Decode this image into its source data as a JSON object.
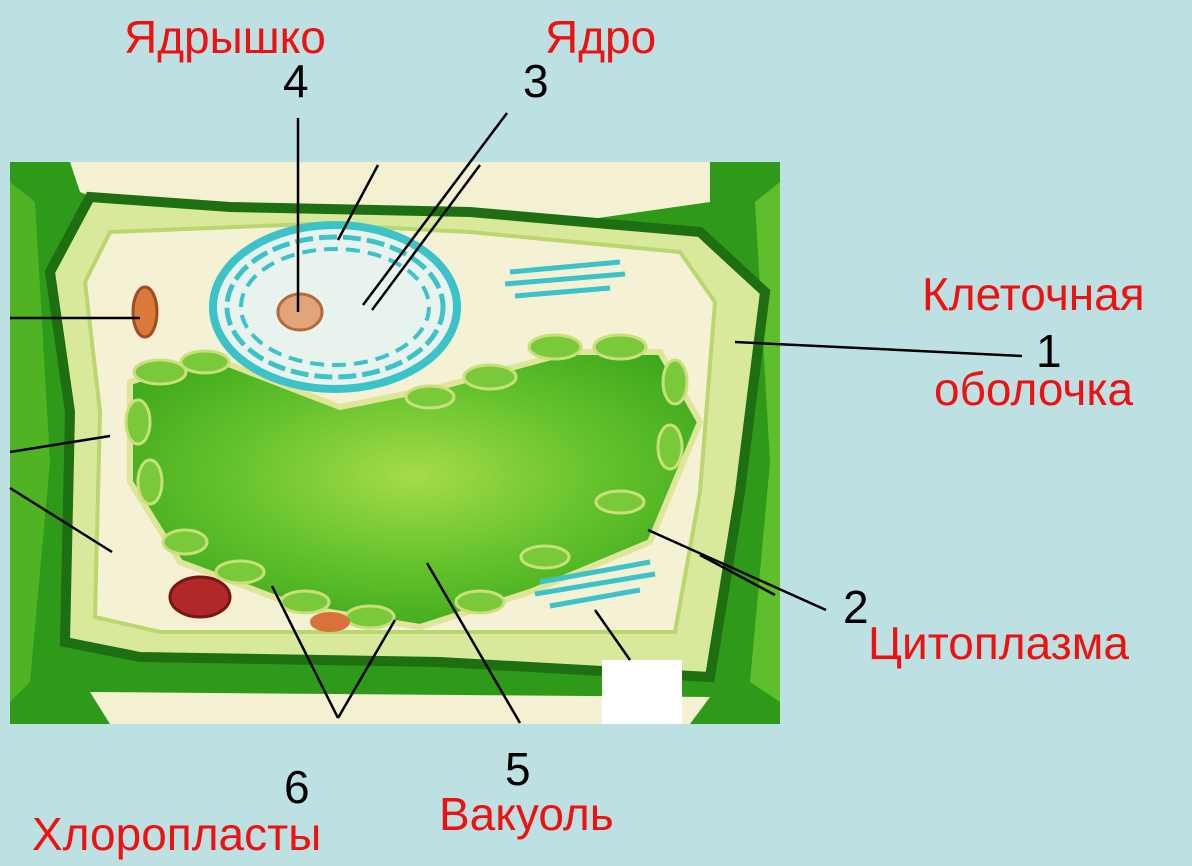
{
  "colors": {
    "background": "#bde0e3",
    "label_red": "#ee1111",
    "number_black": "#000000",
    "cell_wall_dark": "#1f7a12",
    "cell_wall_light": "#79c83a",
    "cytoplasm": "#f3f1d2",
    "vacuole": "#5cbf2a",
    "nucleus": "#3cc3c9",
    "chloroplast": "#7ccf3d"
  },
  "labels": {
    "nucleolus": "Ядрышко",
    "nucleus": "Ядро",
    "cell_wall_line1": "Клеточная",
    "cell_wall_line2": "оболочка",
    "cytoplasm": "Цитоплазма",
    "vacuole": "Вакуоль",
    "chloroplasts": "Хлоропласты"
  },
  "numbers": {
    "n1": "1",
    "n2": "2",
    "n3": "3",
    "n4": "4",
    "n5": "5",
    "n6": "6"
  }
}
